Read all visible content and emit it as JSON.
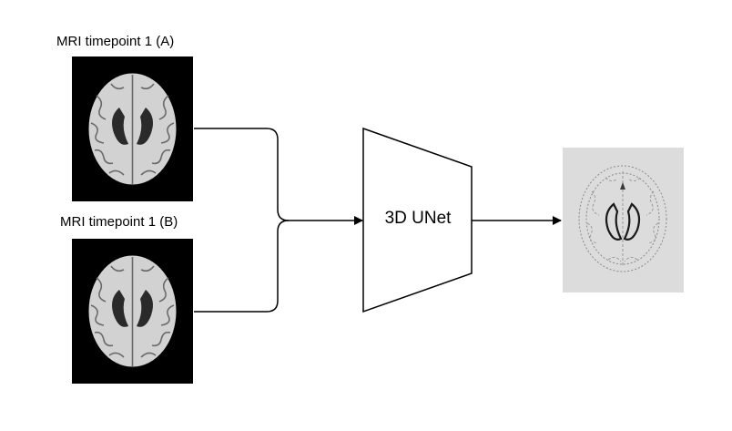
{
  "inputs": [
    {
      "label": "MRI timepoint 1 (A)"
    },
    {
      "label": "MRI timepoint 1 (B)"
    }
  ],
  "model": {
    "label": "3D UNet"
  },
  "colors": {
    "stroke": "#000000",
    "scan_background": "#000000",
    "brain_matter": "#d4d4d4",
    "ventricle": "#2a2a2a",
    "output_background": "#dcdcdc"
  }
}
